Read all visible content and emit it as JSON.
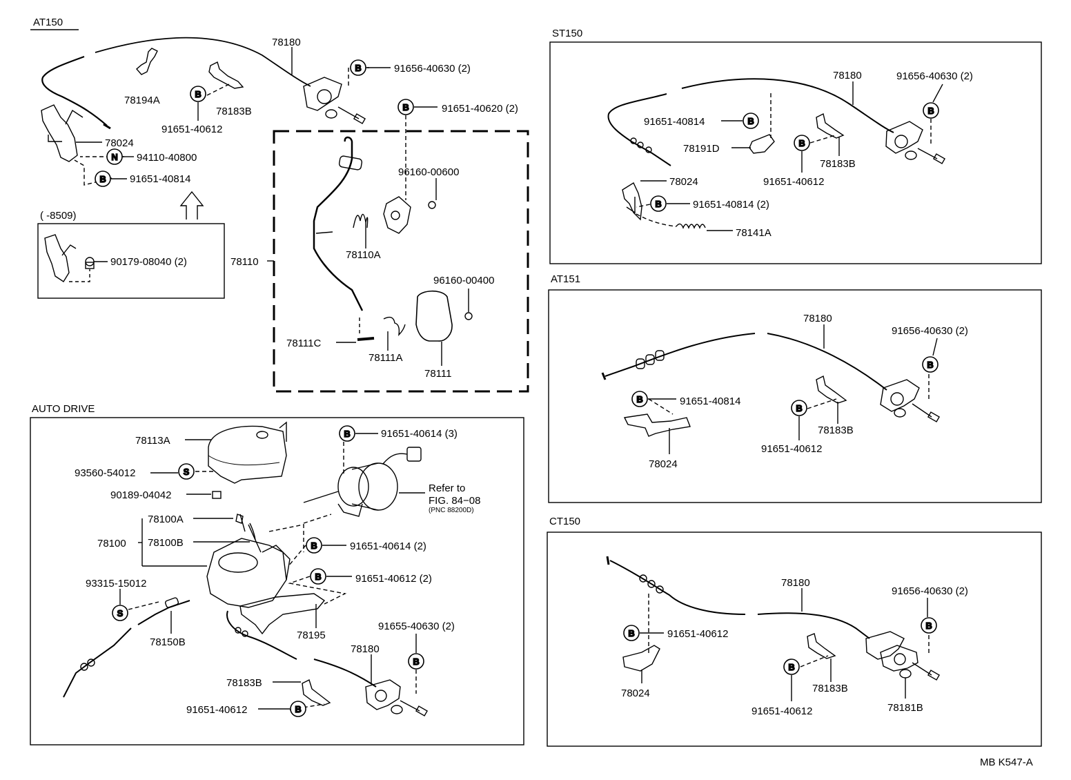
{
  "sections": {
    "at150": "AT150",
    "st150": "ST150",
    "at151": "AT151",
    "ct150": "CT150",
    "auto_drive": "AUTO DRIVE"
  },
  "badges": {
    "b": "B",
    "n": "N",
    "s": "S"
  },
  "at150": {
    "p78180": "78180",
    "p91656_40630": "91656-40630 (2)",
    "p78194A": "78194A",
    "p78183B": "78183B",
    "p91651_40612": "91651-40612",
    "p91651_40620": "91651-40620 (2)",
    "p78024": "78024",
    "p94110_40800": "94110-40800",
    "p91651_40814": "91651-40814",
    "inset_range": "(        -8509)",
    "p90179_08040": "90179-08040 (2)",
    "p78110": "78110",
    "p96160_00600": "96160-00600",
    "p78110A": "78110A",
    "p96160_00400": "96160-00400",
    "p78111C": "78111C",
    "p78111A": "78111A",
    "p78111": "78111"
  },
  "st150": {
    "p78180": "78180",
    "p91656_40630": "91656-40630 (2)",
    "p91651_40814a": "91651-40814",
    "p78191D": "78191D",
    "p78183B": "78183B",
    "p91651_40612": "91651-40612",
    "p78024": "78024",
    "p91651_40814b": "91651-40814 (2)",
    "p78141A": "78141A"
  },
  "at151": {
    "p78180": "78180",
    "p91656_40630": "91656-40630 (2)",
    "p91651_40814": "91651-40814",
    "p78024": "78024",
    "p78183B": "78183B",
    "p91651_40612": "91651-40612"
  },
  "ct150": {
    "p78180": "78180",
    "p91656_40630": "91656-40630 (2)",
    "p91651_40612a": "91651-40612",
    "p78024": "78024",
    "p78183B": "78183B",
    "p91651_40612b": "91651-40612",
    "p78181B": "78181B"
  },
  "auto_drive": {
    "p78113A": "78113A",
    "p91651_40614_3": "91651-40614 (3)",
    "p93560_54012": "93560-54012",
    "p90189_04042": "90189-04042",
    "refer1": "Refer to",
    "refer2": "FIG. 84−08",
    "refer3": "(PNC 88200D)",
    "p78100A": "78100A",
    "p78100": "78100",
    "p78100B": "78100B",
    "p91651_40614_2": "91651-40614 (2)",
    "p91651_40612_2": "91651-40612 (2)",
    "p93315_15012": "93315-15012",
    "p78150B": "78150B",
    "p78195": "78195",
    "p91655_40630": "91655-40630 (2)",
    "p78180": "78180",
    "p78183B": "78183B",
    "p91651_40612": "91651-40612"
  },
  "footer_code": "MB K547-A"
}
